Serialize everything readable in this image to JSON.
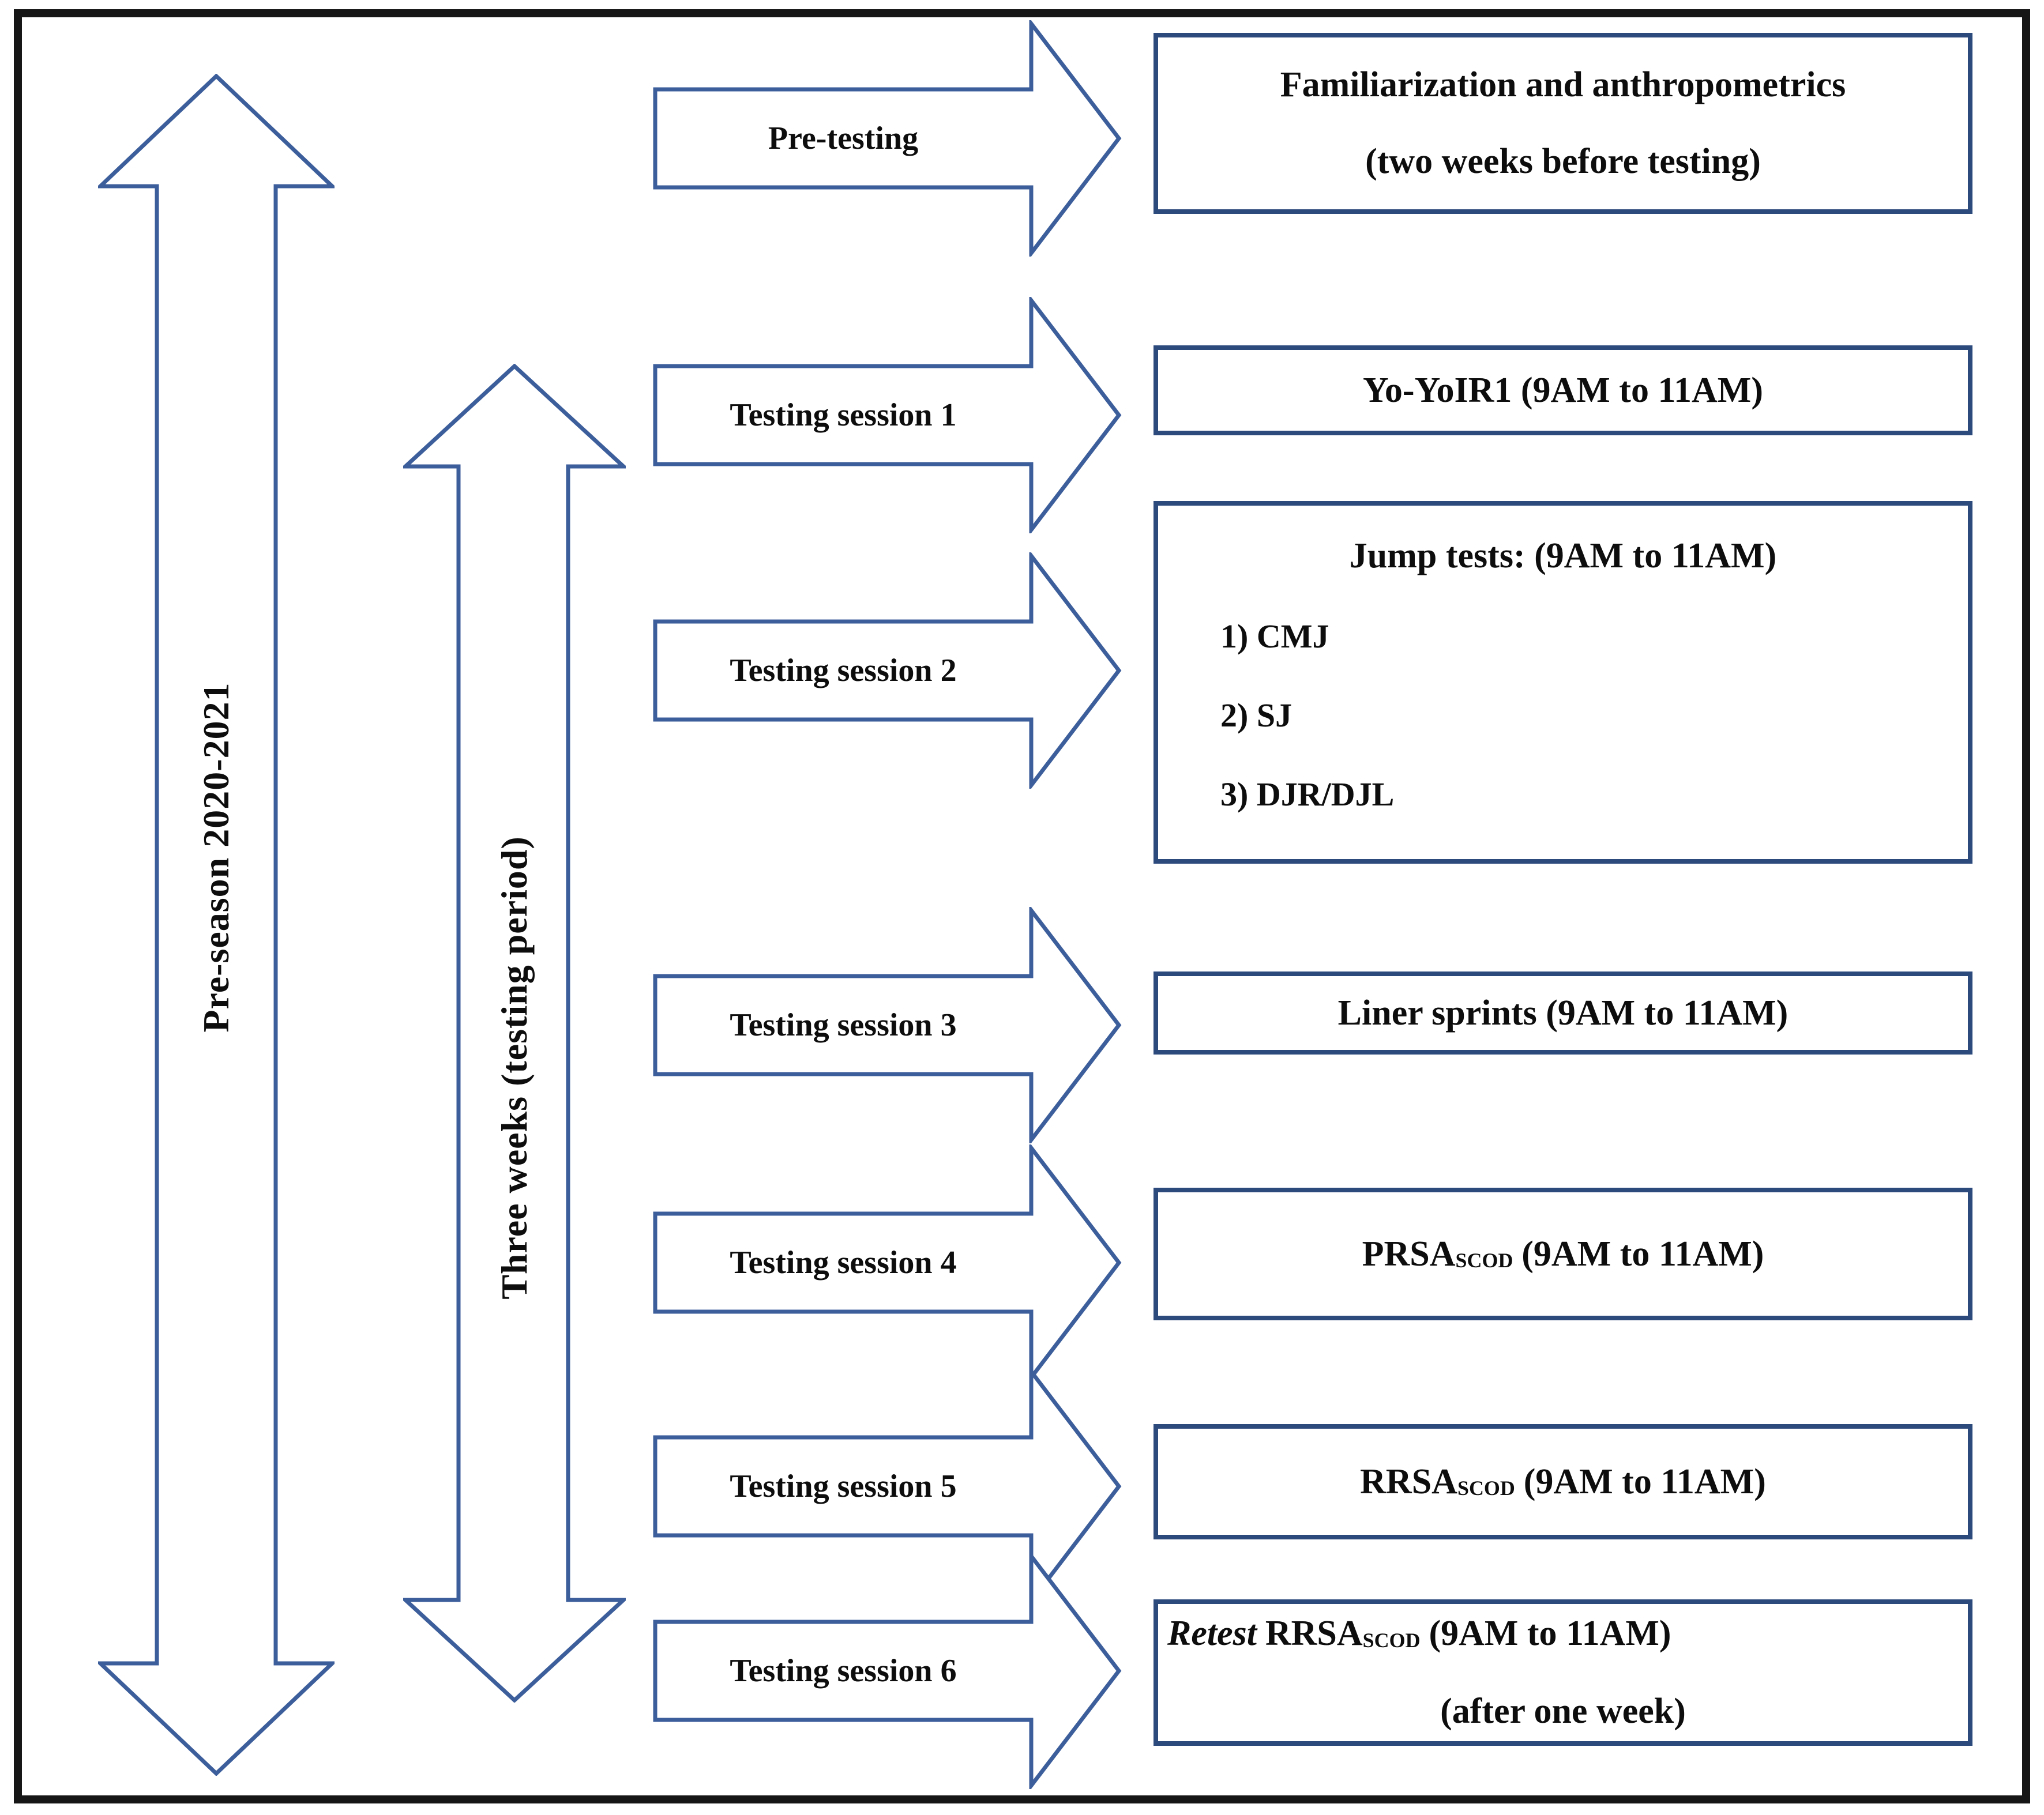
{
  "colors": {
    "arrow_outline": "#3c5e9b",
    "box_border": "#2d4a7d",
    "frame_border": "#161616",
    "text": "#0d0d0d",
    "background": "#ffffff"
  },
  "timeline": {
    "season_arrow_label": "Pre-season 2020-2021",
    "testing_arrow_label": "Three weeks (testing period)"
  },
  "rows": [
    {
      "arrow_label": "Pre-testing",
      "box_lines": [
        "Familiarization and anthropometrics",
        "(two weeks before testing)"
      ]
    },
    {
      "arrow_label": "Testing session 1",
      "box_lines": [
        "Yo-YoIR1 (9AM to 11AM)"
      ]
    },
    {
      "arrow_label": "Testing session 2",
      "box_title": "Jump tests: (9AM to 11AM)",
      "box_items": [
        "1) CMJ",
        "2) SJ",
        "3) DJR/DJL"
      ]
    },
    {
      "arrow_label": "Testing session 3",
      "box_lines": [
        "Liner sprints (9AM to 11AM)"
      ]
    },
    {
      "arrow_label": "Testing session 4",
      "box_prefix": "PRSA",
      "box_subscript": "SCOD",
      "box_suffix": "(9AM to 11AM)"
    },
    {
      "arrow_label": "Testing session 5",
      "box_prefix": "RRSA",
      "box_subscript": "SCOD",
      "box_suffix": "(9AM to 11AM)"
    },
    {
      "arrow_label": "Testing session 6",
      "box_lead_italic": "Retest",
      "box_prefix": "RRSA",
      "box_subscript": "SCOD",
      "box_suffix": "(9AM to 11AM)",
      "box_line2": "(after one week)"
    }
  ]
}
